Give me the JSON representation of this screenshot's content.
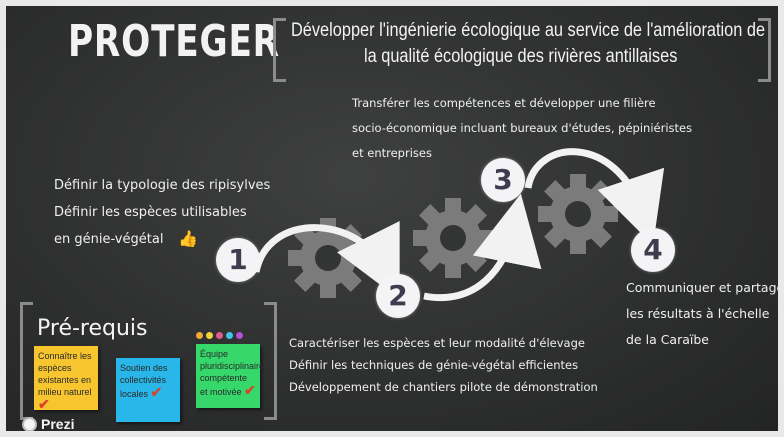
{
  "header": {
    "title": "PROTEGER",
    "subtitle_line1": "Développer l'ingénierie écologique au service de l'amélioration de",
    "subtitle_line2": "la qualité écologique des rivières antillaises"
  },
  "steps": [
    {
      "number": "1",
      "lines": [
        "Définir la typologie des ripisylves",
        "Définir les espèces utilisables",
        "en génie-végétal"
      ]
    },
    {
      "number": "2",
      "lines": [
        "Caractériser les espèces et leur modalité d'élevage",
        "Définir les techniques de génie-végétal efficientes",
        "Développement de chantiers pilote de démonstration"
      ]
    },
    {
      "number": "3",
      "lines": [
        "Transférer les compétences et développer une filière",
        "socio-économique incluant bureaux d'études, pépiniéristes",
        "et entreprises"
      ]
    },
    {
      "number": "4",
      "lines": [
        "Communiquer et partager",
        "les résultats à l'échelle",
        "de la Caraïbe"
      ]
    }
  ],
  "prerequis": {
    "heading": "Pré-requis",
    "notes": [
      {
        "text": "Connaître les espèces existantes en milieu naturel",
        "color": "#f7c62f"
      },
      {
        "text": "Soutien des collectivités locales",
        "color": "#29b6e8"
      },
      {
        "text": "Équipe pluridisciplinaire compétente et motivée",
        "color": "#37d86b"
      }
    ],
    "dot_colors": [
      "#f2a93b",
      "#f4d33a",
      "#e15a8c",
      "#3fc6e8",
      "#b54fd8"
    ]
  },
  "branding": {
    "logo_text": "Prezi"
  },
  "colors": {
    "background": "#333434",
    "gear": "#7b7b7b",
    "circle": "#f4f4f6",
    "arrow": "#f2f2f2"
  }
}
